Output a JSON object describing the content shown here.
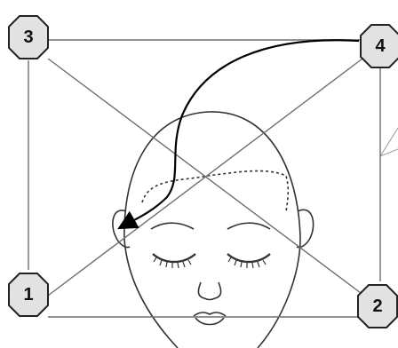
{
  "markers": [
    {
      "id": "marker-1",
      "label": "1"
    },
    {
      "id": "marker-2",
      "label": "2"
    },
    {
      "id": "marker-3",
      "label": "3"
    },
    {
      "id": "marker-4",
      "label": "4"
    }
  ],
  "colors": {
    "line": "#6f6f6f",
    "octagon_fill": "#e2e2e2",
    "octagon_stroke": "#222222",
    "arrow": "#000000",
    "face_stroke": "#333333"
  }
}
